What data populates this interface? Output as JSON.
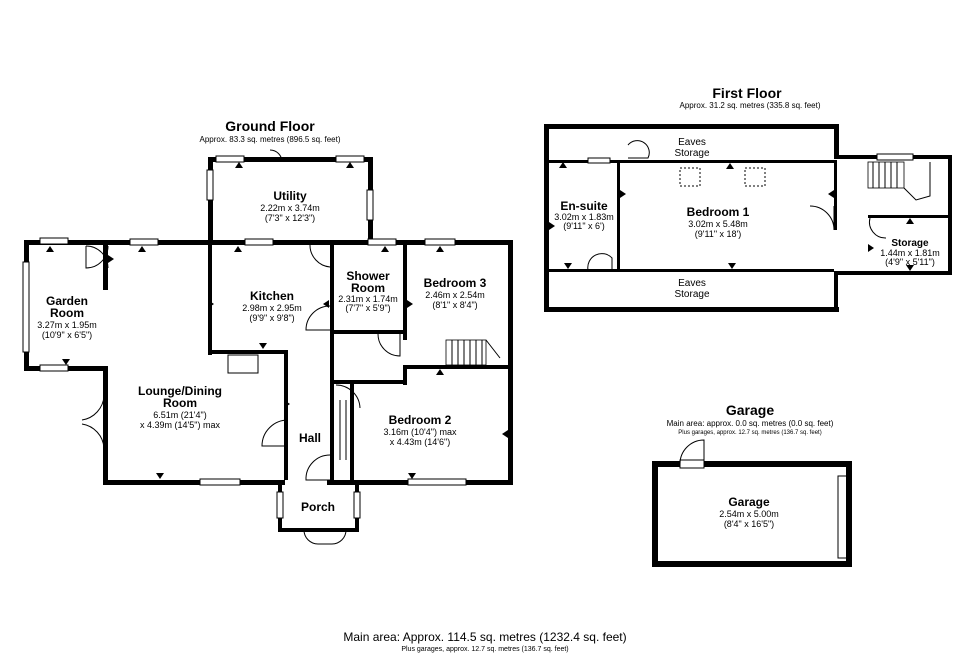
{
  "ground_floor": {
    "title": "Ground Floor",
    "area": "Approx. 83.3 sq. metres (896.5 sq. feet)",
    "rooms": {
      "utility": {
        "name": "Utility",
        "dims": [
          "2.22m x 3.74m",
          "(7'3\" x 12'3\")"
        ]
      },
      "garden_room": {
        "name": [
          "Garden",
          "Room"
        ],
        "dims": [
          "3.27m x 1.95m",
          "(10'9\" x 6'5\")"
        ]
      },
      "kitchen": {
        "name": "Kitchen",
        "dims": [
          "2.98m x 2.95m",
          "(9'9\" x 9'8\")"
        ]
      },
      "shower_room": {
        "name": [
          "Shower",
          "Room"
        ],
        "dims": [
          "2.31m x 1.74m",
          "(7'7\" x 5'9\")"
        ]
      },
      "bedroom3": {
        "name": "Bedroom 3",
        "dims": [
          "2.46m x 2.54m",
          "(8'1\" x 8'4\")"
        ]
      },
      "lounge": {
        "name": [
          "Lounge/Dining",
          "Room"
        ],
        "dims": [
          "6.51m (21'4\")",
          "x 4.39m (14'5\") max"
        ]
      },
      "bedroom2": {
        "name": "Bedroom 2",
        "dims": [
          "3.16m (10'4\") max",
          "x 4.43m (14'6\")"
        ]
      },
      "hall": {
        "name": "Hall"
      },
      "porch": {
        "name": "Porch"
      }
    }
  },
  "first_floor": {
    "title": "First Floor",
    "area": "Approx. 31.2 sq. metres (335.8 sq. feet)",
    "rooms": {
      "eaves_top": {
        "name": [
          "Eaves",
          "Storage"
        ]
      },
      "eaves_bottom": {
        "name": [
          "Eaves",
          "Storage"
        ]
      },
      "ensuite": {
        "name": "En-suite",
        "dims": [
          "3.02m x 1.83m",
          "(9'11\" x 6')"
        ]
      },
      "bedroom1": {
        "name": "Bedroom 1",
        "dims": [
          "3.02m x 5.48m",
          "(9'11\" x 18')"
        ]
      },
      "storage": {
        "name": "Storage",
        "dims": [
          "1.44m x 1.81m",
          "(4'9\" x 5'11\")"
        ]
      }
    }
  },
  "garage": {
    "title": "Garage",
    "area": "Main area: approx. 0.0 sq. metres (0.0 sq. feet)",
    "area_note": "Plus garages, approx. 12.7 sq. metres (136.7 sq. feet)",
    "room": {
      "name": "Garage",
      "dims": [
        "2.54m x 5.00m",
        "(8'4\" x 16'5\")"
      ]
    }
  },
  "footer": {
    "main": "Main area: Approx. 114.5 sq. metres (1232.4 sq. feet)",
    "note": "Plus garages, approx. 12.7 sq. metres (136.7 sq. feet)"
  }
}
